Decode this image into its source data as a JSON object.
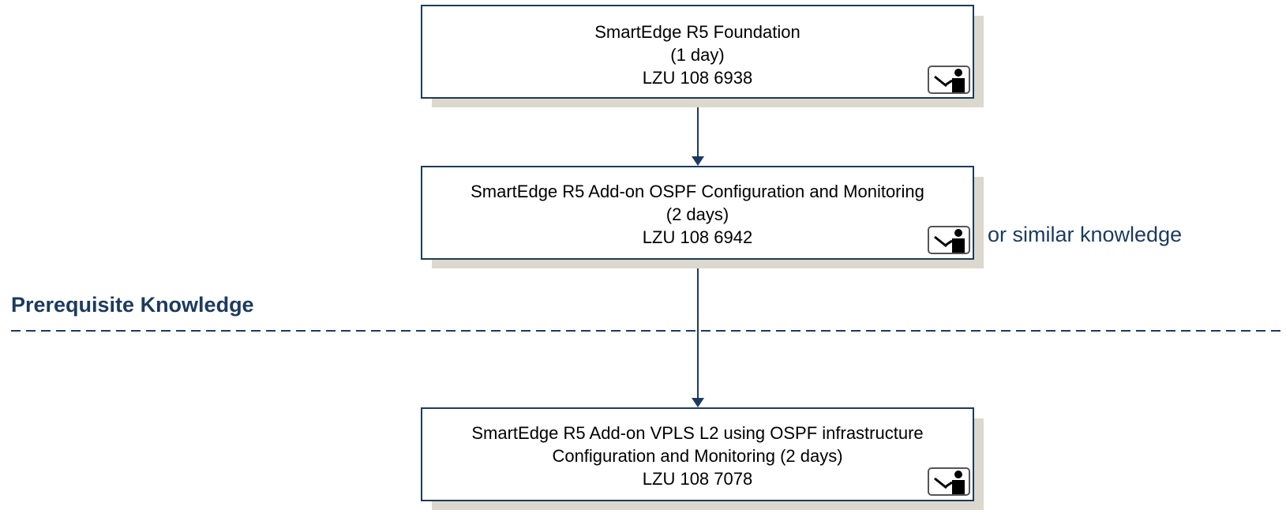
{
  "courses": [
    {
      "title": "SmartEdge R5 Foundation",
      "duration": "(1 day)",
      "code": "LZU 108 6938",
      "icon": "instructor-led-icon"
    },
    {
      "title": "SmartEdge R5 Add-on OSPF Configuration and Monitoring",
      "duration": "(2 days)",
      "code": "LZU 108 6942",
      "icon": "instructor-led-icon"
    },
    {
      "title": "SmartEdge R5 Add-on VPLS L2 using OSPF infrastructure",
      "duration": "Configuration and Monitoring (2 days)",
      "code": "LZU 108 7078",
      "icon": "instructor-led-icon"
    }
  ],
  "note": "or similar knowledge",
  "section_label": "Prerequisite Knowledge",
  "colors": {
    "line": "#1b3b5e",
    "shadow": "#ddd8cd",
    "box_border": "#1b3b5e"
  }
}
